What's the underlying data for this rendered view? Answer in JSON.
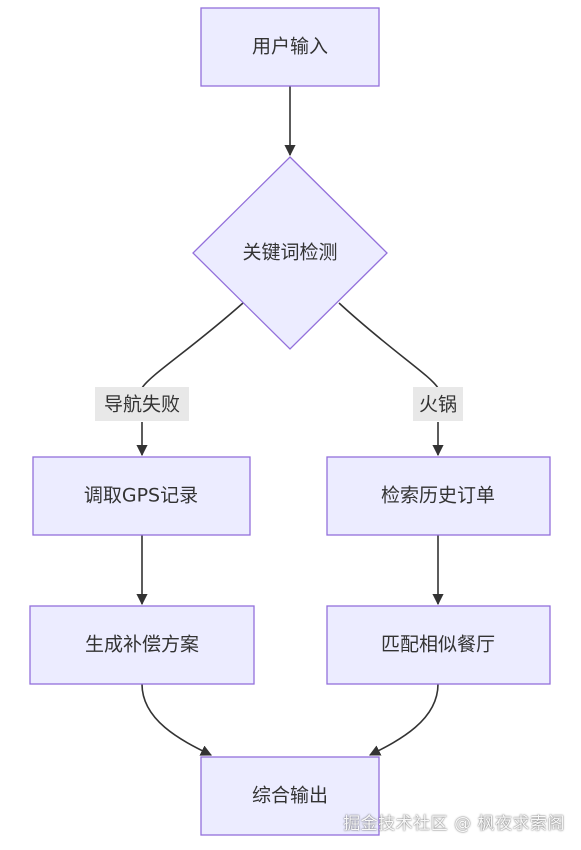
{
  "nodes": {
    "user_input": "用户输入",
    "keyword_detect": "关键词检测",
    "fetch_gps": "调取GPS记录",
    "search_orders": "检索历史订单",
    "gen_compensation": "生成补偿方案",
    "match_restaurant": "匹配相似餐厅",
    "final_output": "综合输出"
  },
  "edge_labels": {
    "nav_fail": "导航失败",
    "hotpot": "火锅"
  },
  "watermark": "掘金技术社区 @ 枫夜求索阁",
  "colors": {
    "node_fill": "#ECECFF",
    "node_stroke": "#9370DB",
    "edge": "#333333",
    "label_bg": "#e8e8e8"
  }
}
